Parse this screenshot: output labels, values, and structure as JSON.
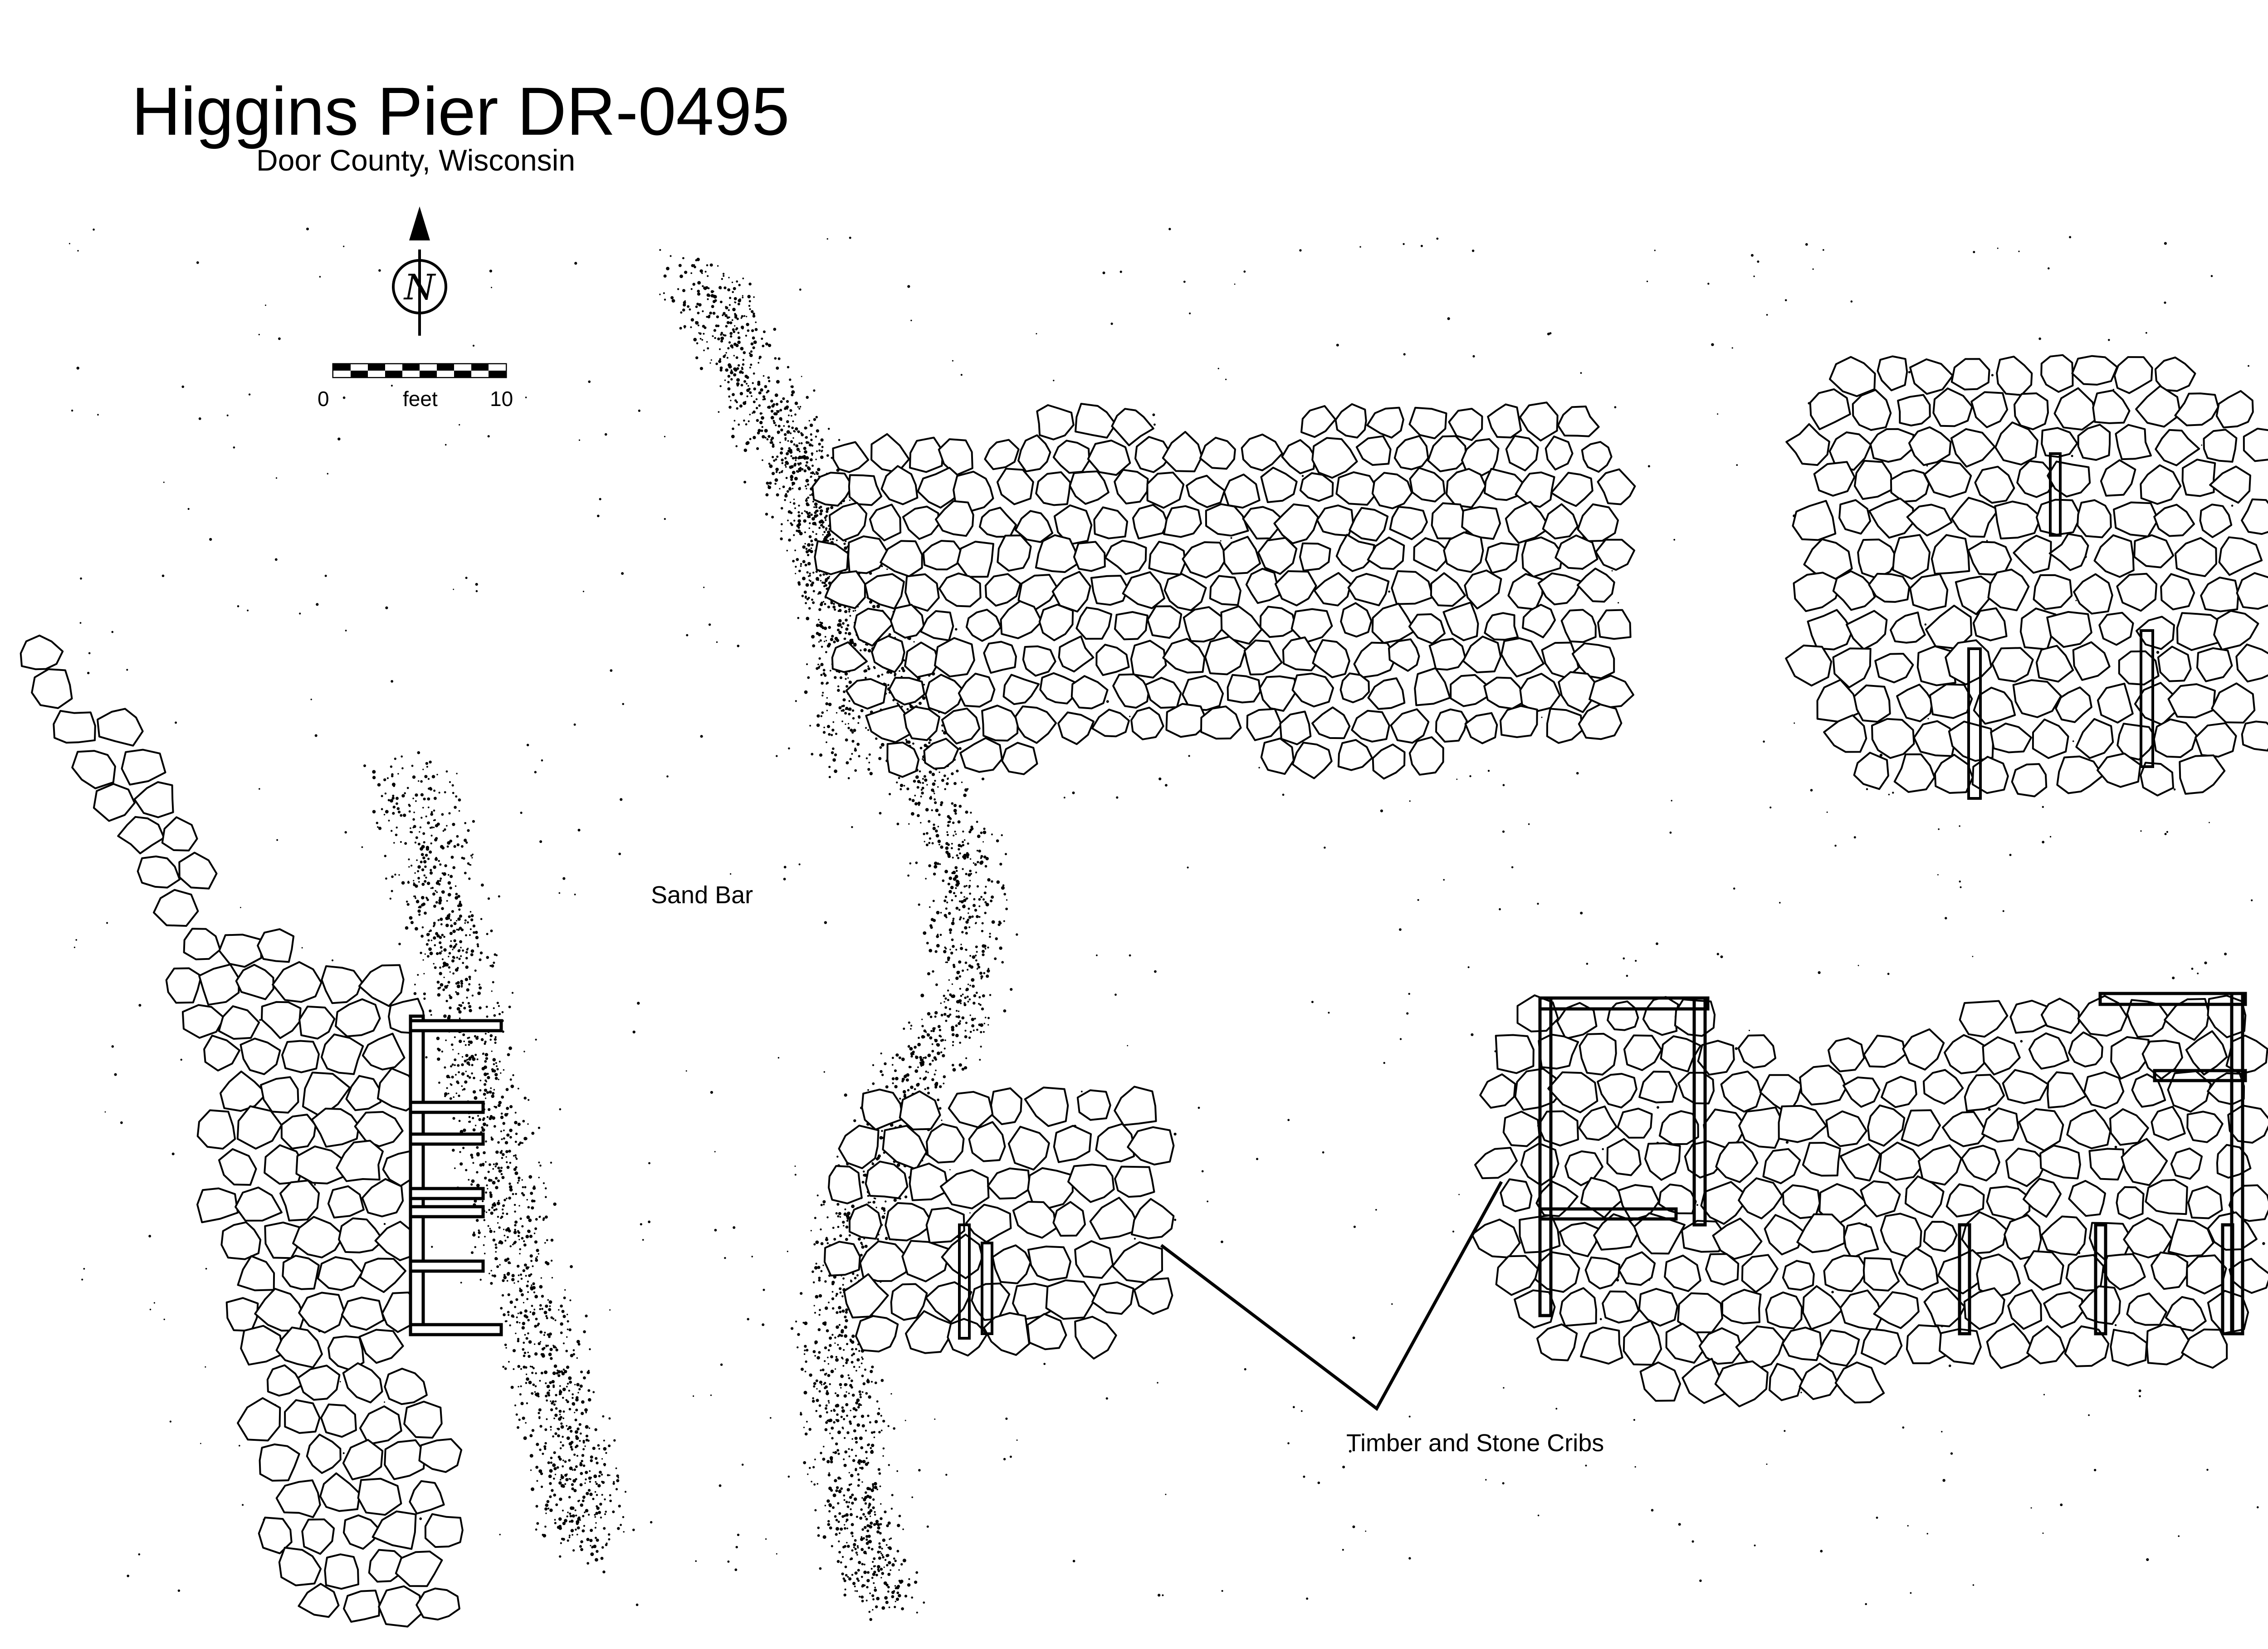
{
  "map": {
    "title": "Higgins Pier DR-0495",
    "subtitle": "Door County, Wisconsin"
  },
  "north_arrow": {
    "letter": "N",
    "icon": "north-arrow-icon"
  },
  "scale_bar": {
    "start_label": "0",
    "unit_label": "feet",
    "end_label": "10"
  },
  "labels": {
    "sand_bar": "Sand Bar",
    "cribs": "Timber and Stone Cribs"
  },
  "colors": {
    "ink": "#000000",
    "background": "#ffffff",
    "stone_fill": "#ffffff"
  }
}
